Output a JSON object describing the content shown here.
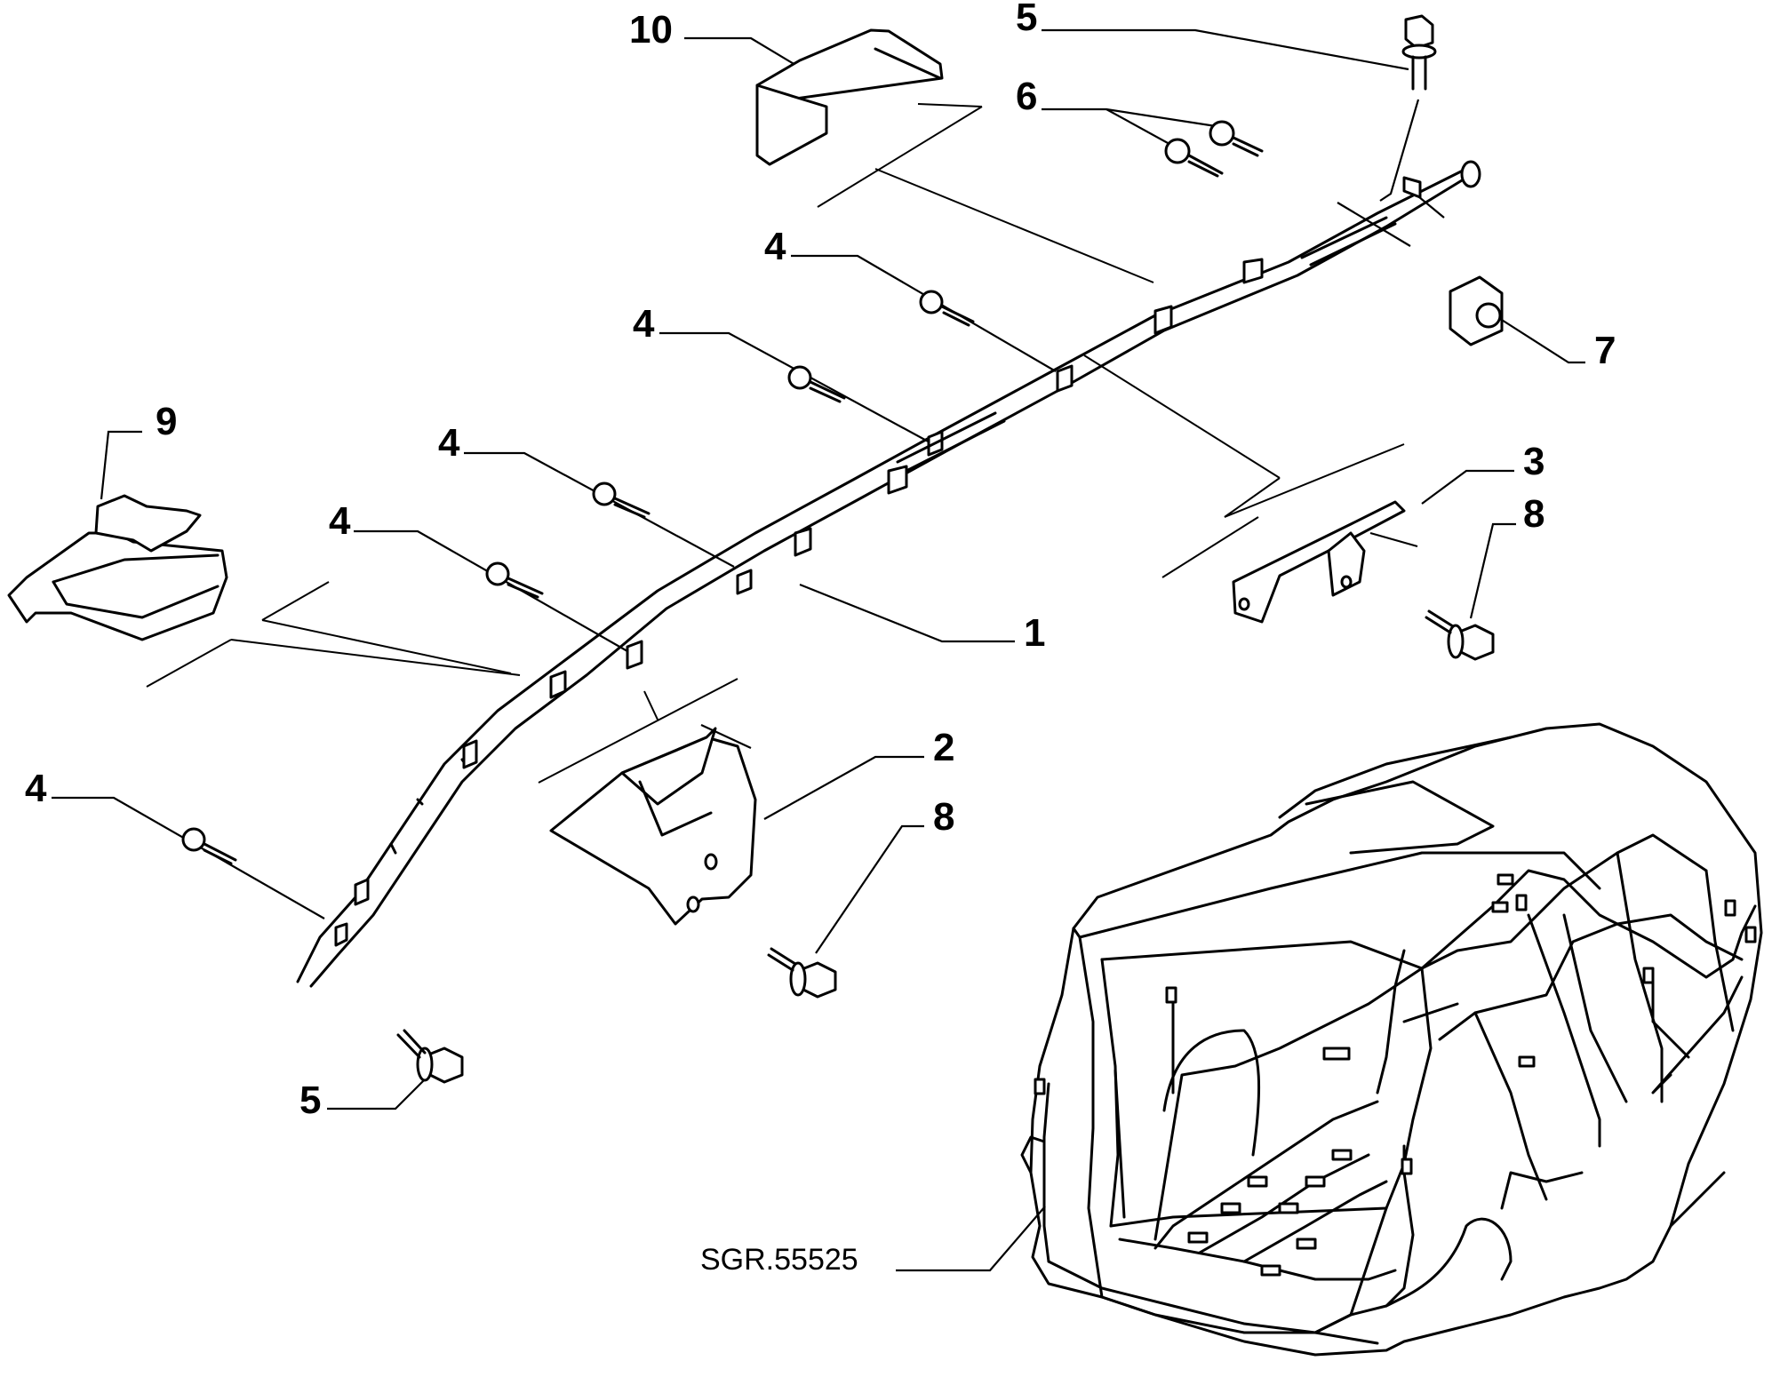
{
  "callouts": {
    "c1": "1",
    "c2": "2",
    "c3": "3",
    "c4": "4",
    "c5": "5",
    "c6": "6",
    "c7": "7",
    "c8": "8",
    "c9": "9",
    "c10": "10"
  },
  "reference_code": "SGR.55525"
}
